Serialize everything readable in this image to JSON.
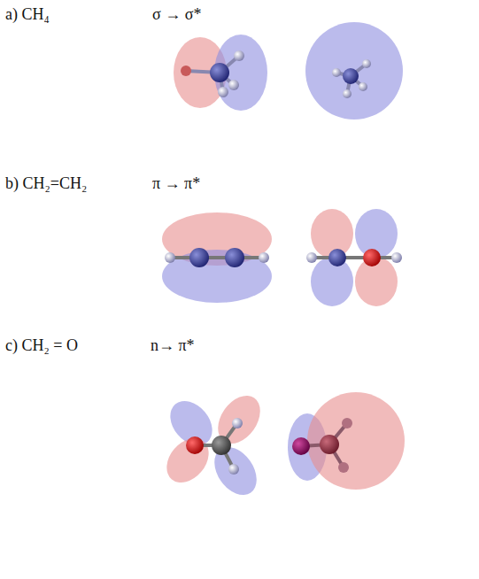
{
  "diagram": {
    "labels": [
      "a) CH₄",
      "σ → σ*",
      "b) CH₂=CH₂",
      "π → π*",
      "c) CH₂ = O",
      "n→ π*"
    ]
  }
}
